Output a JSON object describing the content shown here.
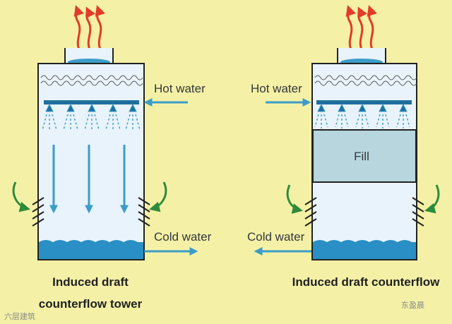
{
  "colors": {
    "background": "#f4f1a6",
    "tower_interior": "#e9f3fb",
    "fill_media": "#b7d6de",
    "water_basin": "#2a8fc4",
    "water_arrow": "#3c9cc8",
    "heat_arrow": "#e23b2a",
    "air_arrow": "#2e8b3a",
    "outline": "#222222"
  },
  "left_tower": {
    "label_hot_water": "Hot water",
    "label_cold_water": "Cold water",
    "caption_line1": "Induced draft",
    "caption_line2": "counterflow  tower"
  },
  "right_tower": {
    "label_hot_water": "Hot water",
    "label_cold_water": "Cold water",
    "label_fill": "Fill",
    "caption_line1": "Induced draft counterflow"
  },
  "watermark": {
    "left": "六层建筑",
    "right": "东盈晨"
  }
}
